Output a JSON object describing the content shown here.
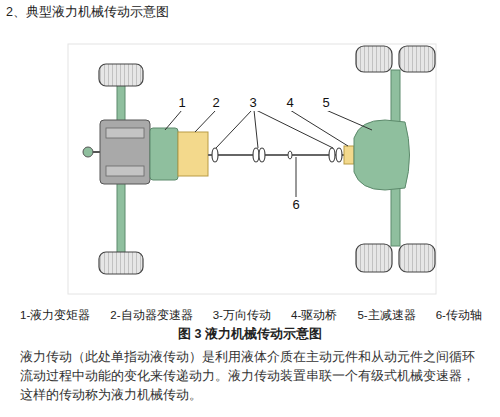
{
  "diagram": {
    "title": "2、典型液力机械传动示意图",
    "caption": "图 3 液力机械传动示意图",
    "labels": [
      "1",
      "2",
      "3",
      "4",
      "5",
      "6",
      "1-液力变矩器",
      "2-自动器变速器",
      "3-万向传动",
      "4-驱动桥",
      "5-主减速器",
      "6-传动轴",
      "液力传动（此处单指动液传动）是利用液体介质在主动元件和从动元件之间循环流动过程中动能的变化来传递动力。液力传动装置串联一个有级式机械变速器，这样的传动称为液力机械传动。"
    ]
  }
}
